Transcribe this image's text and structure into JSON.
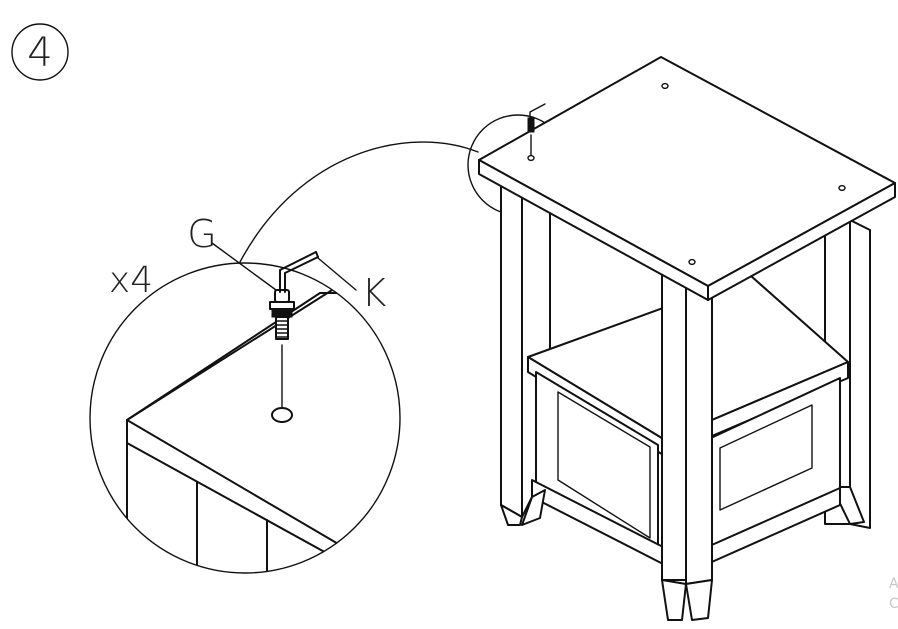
{
  "step": {
    "number": "4"
  },
  "callout": {
    "quantity": "x4",
    "hardware_label": "G",
    "tool_label": "K"
  },
  "edge_text": {
    "line1": "A",
    "line2": "C"
  }
}
